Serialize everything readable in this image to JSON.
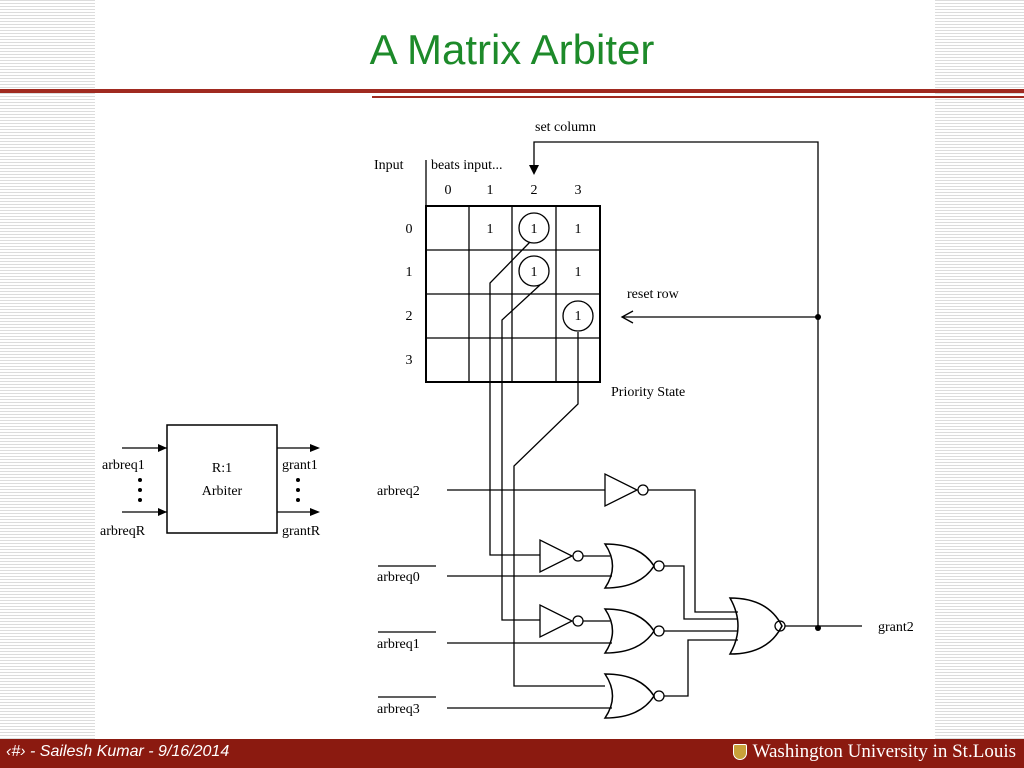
{
  "slide": {
    "title": "A Matrix Arbiter"
  },
  "diagram": {
    "set_column": "set column",
    "input_label": "Input",
    "beats_input": "beats input...",
    "col_headers": [
      "0",
      "1",
      "2",
      "3"
    ],
    "row_headers": [
      "0",
      "1",
      "2",
      "3"
    ],
    "cells": [
      [
        "",
        "1",
        "1",
        "1"
      ],
      [
        "",
        "",
        "1",
        "1"
      ],
      [
        "",
        "",
        "",
        "1"
      ],
      [
        "",
        "",
        "",
        ""
      ]
    ],
    "circled_cells": [
      [
        0,
        2
      ],
      [
        1,
        2
      ],
      [
        2,
        3
      ]
    ],
    "reset_row": "reset row",
    "priority_state": "Priority State",
    "arbiter_box_line1": "R:1",
    "arbiter_box_line2": "Arbiter",
    "arbreq1": "arbreq1",
    "arbreqR": "arbreqR",
    "grant1": "grant1",
    "grantR": "grantR",
    "arbreq2": "arbreq2",
    "arbreq0_bar": "arbreq0",
    "arbreq1_bar": "arbreq1",
    "arbreq3_bar": "arbreq3",
    "grant2": "grant2"
  },
  "footer": {
    "left": "‹#› - Sailesh Kumar - 9/16/2014",
    "right": "Washington University in St.Louis"
  }
}
